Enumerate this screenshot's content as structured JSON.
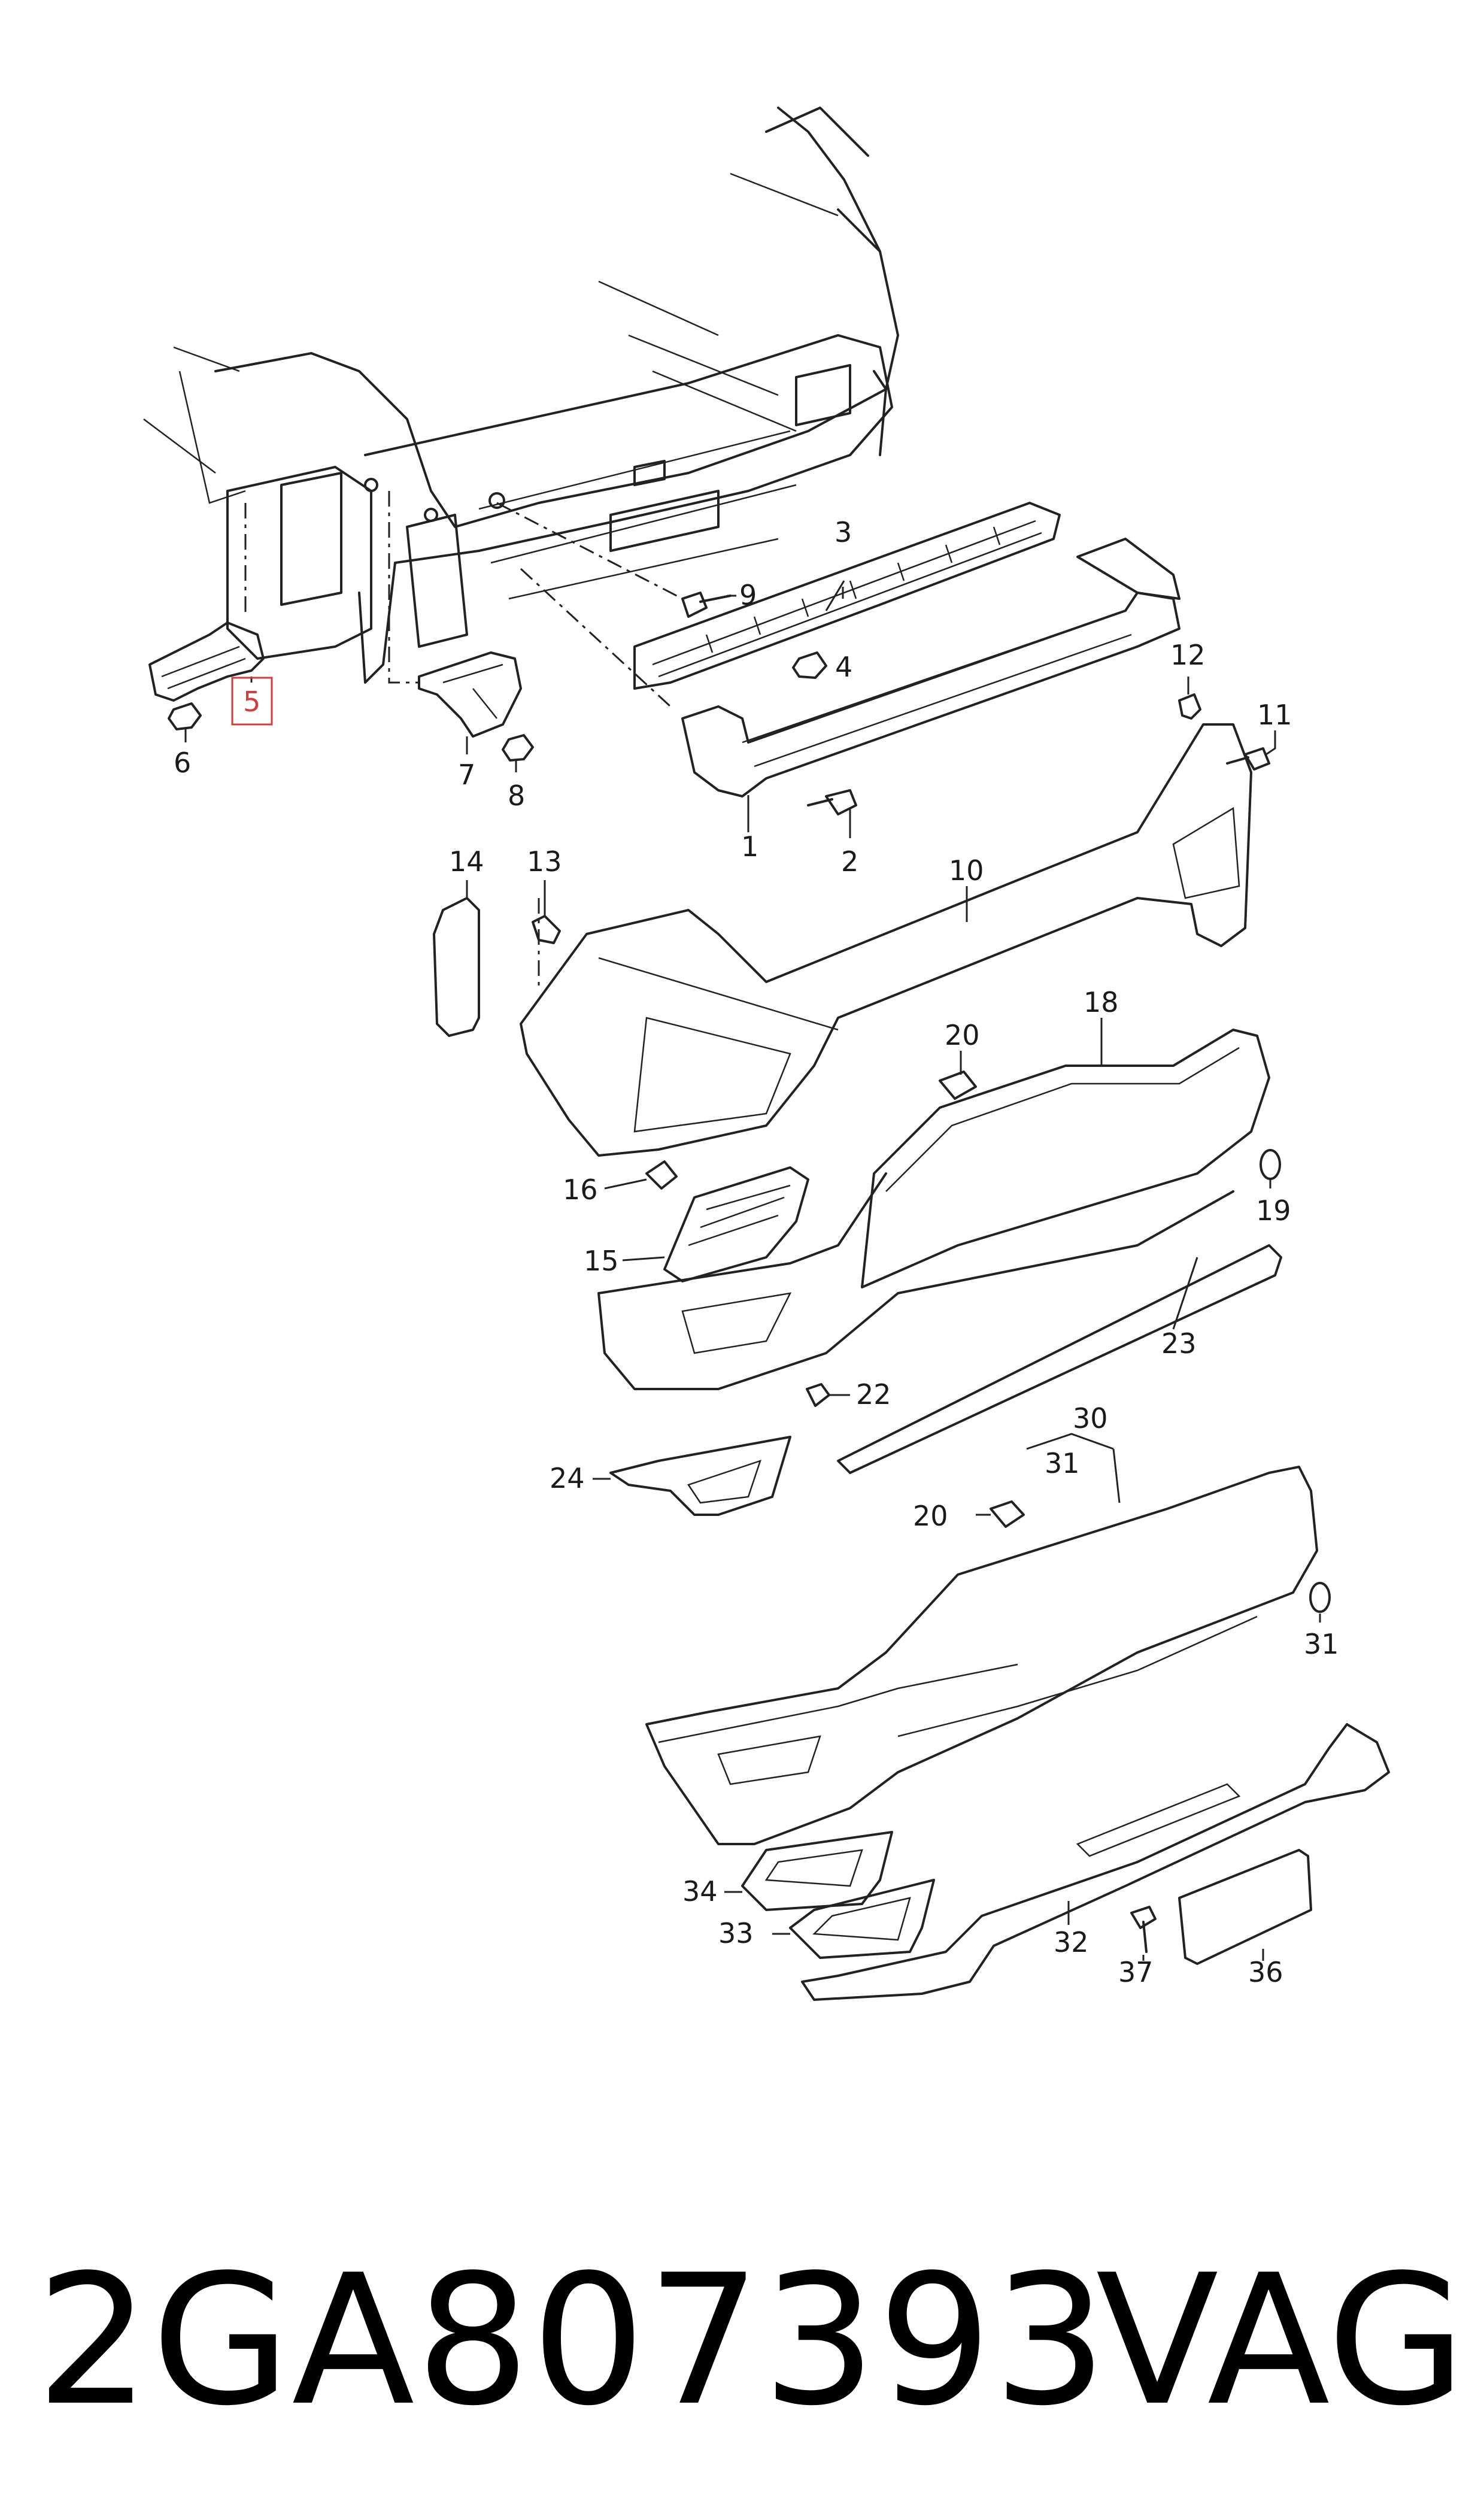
{
  "labels": {
    "l1": "1",
    "l2": "2",
    "l3": "3",
    "l4": "4",
    "l5": "5",
    "l6": "6",
    "l7": "7",
    "l8": "8",
    "l9": "9",
    "l10": "10",
    "l11": "11",
    "l12": "12",
    "l13": "13",
    "l14": "14",
    "l15": "15",
    "l16": "16",
    "l18": "18",
    "l19": "19",
    "l20a": "20",
    "l20b": "20",
    "l22": "22",
    "l23": "23",
    "l24": "24",
    "l30": "30",
    "l31a": "31",
    "l31b": "31",
    "l32": "32",
    "l33": "33",
    "l34": "34",
    "l36": "36",
    "l37": "37"
  },
  "highlight": {
    "label": "5",
    "color": "#d23c3c"
  },
  "footer": {
    "part_number": "2GA807393",
    "brand": "VAG"
  }
}
